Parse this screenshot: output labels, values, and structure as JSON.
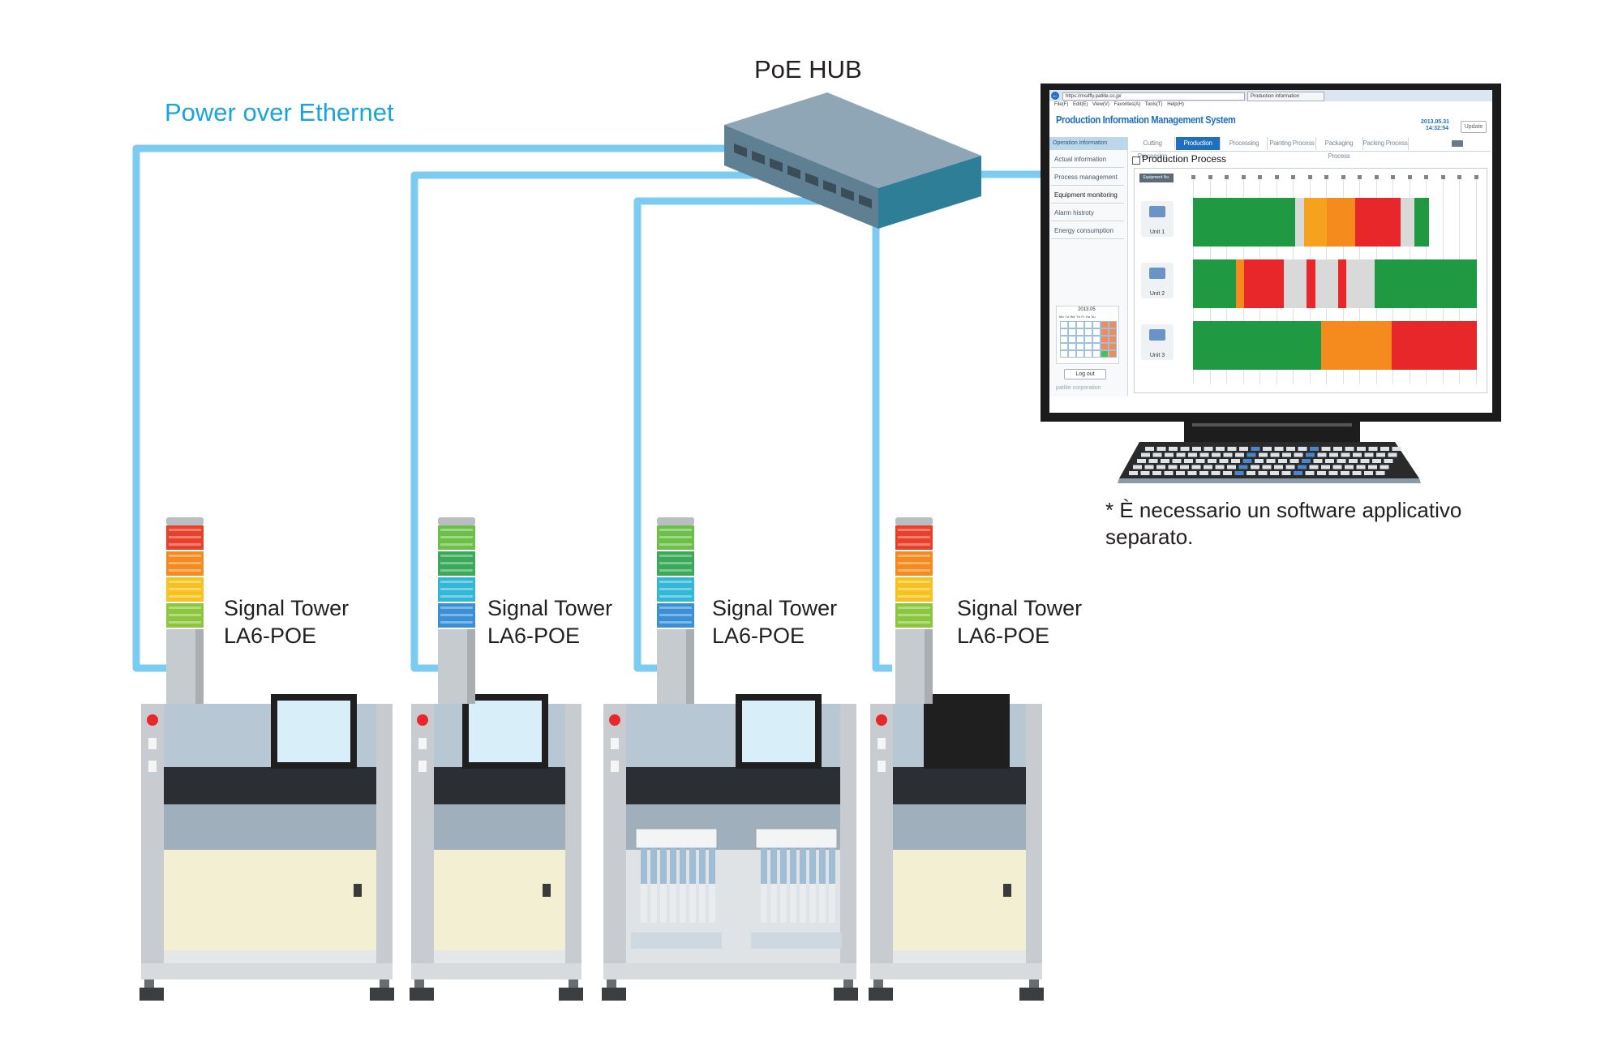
{
  "labels": {
    "poe": "Power over Ethernet",
    "hub": "PoE HUB",
    "note_line1": "* È necessario un software applicativo",
    "note_line2": "separato."
  },
  "towers": [
    {
      "line1": "Signal Tower",
      "line2": "LA6-POE",
      "colors": [
        "#e8402a",
        "#f58a1f",
        "#f5c21f",
        "#8cc63f"
      ]
    },
    {
      "line1": "Signal Tower",
      "line2": "LA6-POE",
      "colors": [
        "#6cc04a",
        "#3aaa5a",
        "#33b7d6",
        "#3a8fd6"
      ]
    },
    {
      "line1": "Signal Tower",
      "line2": "LA6-POE",
      "colors": [
        "#6cc04a",
        "#3aaa5a",
        "#33b7d6",
        "#3a8fd6"
      ]
    },
    {
      "line1": "Signal Tower",
      "line2": "LA6-POE",
      "colors": [
        "#e8402a",
        "#f58a1f",
        "#f5c21f",
        "#8cc63f"
      ]
    }
  ],
  "colors": {
    "cable": "#7ccbf0",
    "poe_text": "#1aa3dd",
    "hub_top": "#8ea6b6",
    "hub_front": "#5f7f93",
    "hub_side": "#2f7e98"
  },
  "app": {
    "url": "https://msdfly.patlite.co.jp/",
    "tab_title": "Production information",
    "menu": [
      "File(F)",
      "Edit(E)",
      "View(V)",
      "Favorites(A)",
      "Tools(T)",
      "Help(H)"
    ],
    "title": "Production Information Management System",
    "date": "2013.05.31",
    "time": "14:32:54",
    "update_label": "Update",
    "sidebar_header": "Operation information",
    "sidebar_items": [
      "Actual information",
      "Process management",
      "Equipment monitoring",
      "Alarm histroty",
      "Energy consumption"
    ],
    "tabs": [
      "Cutting Processing",
      "Production Process",
      "Processing",
      "Painting Process",
      "Packaging Process",
      "Packing Process"
    ],
    "section_title": "Production Process",
    "equipment_label": "Equipment No.",
    "units": [
      "Unit 1",
      "Unit 2",
      "Unit 3"
    ],
    "calendar_month": "2013.05",
    "calendar_days": [
      "Mo",
      "Tu",
      "We",
      "Th",
      "Fr",
      "Sa",
      "Su"
    ],
    "logout_label": "Log out",
    "brand": "patlite corporation"
  }
}
